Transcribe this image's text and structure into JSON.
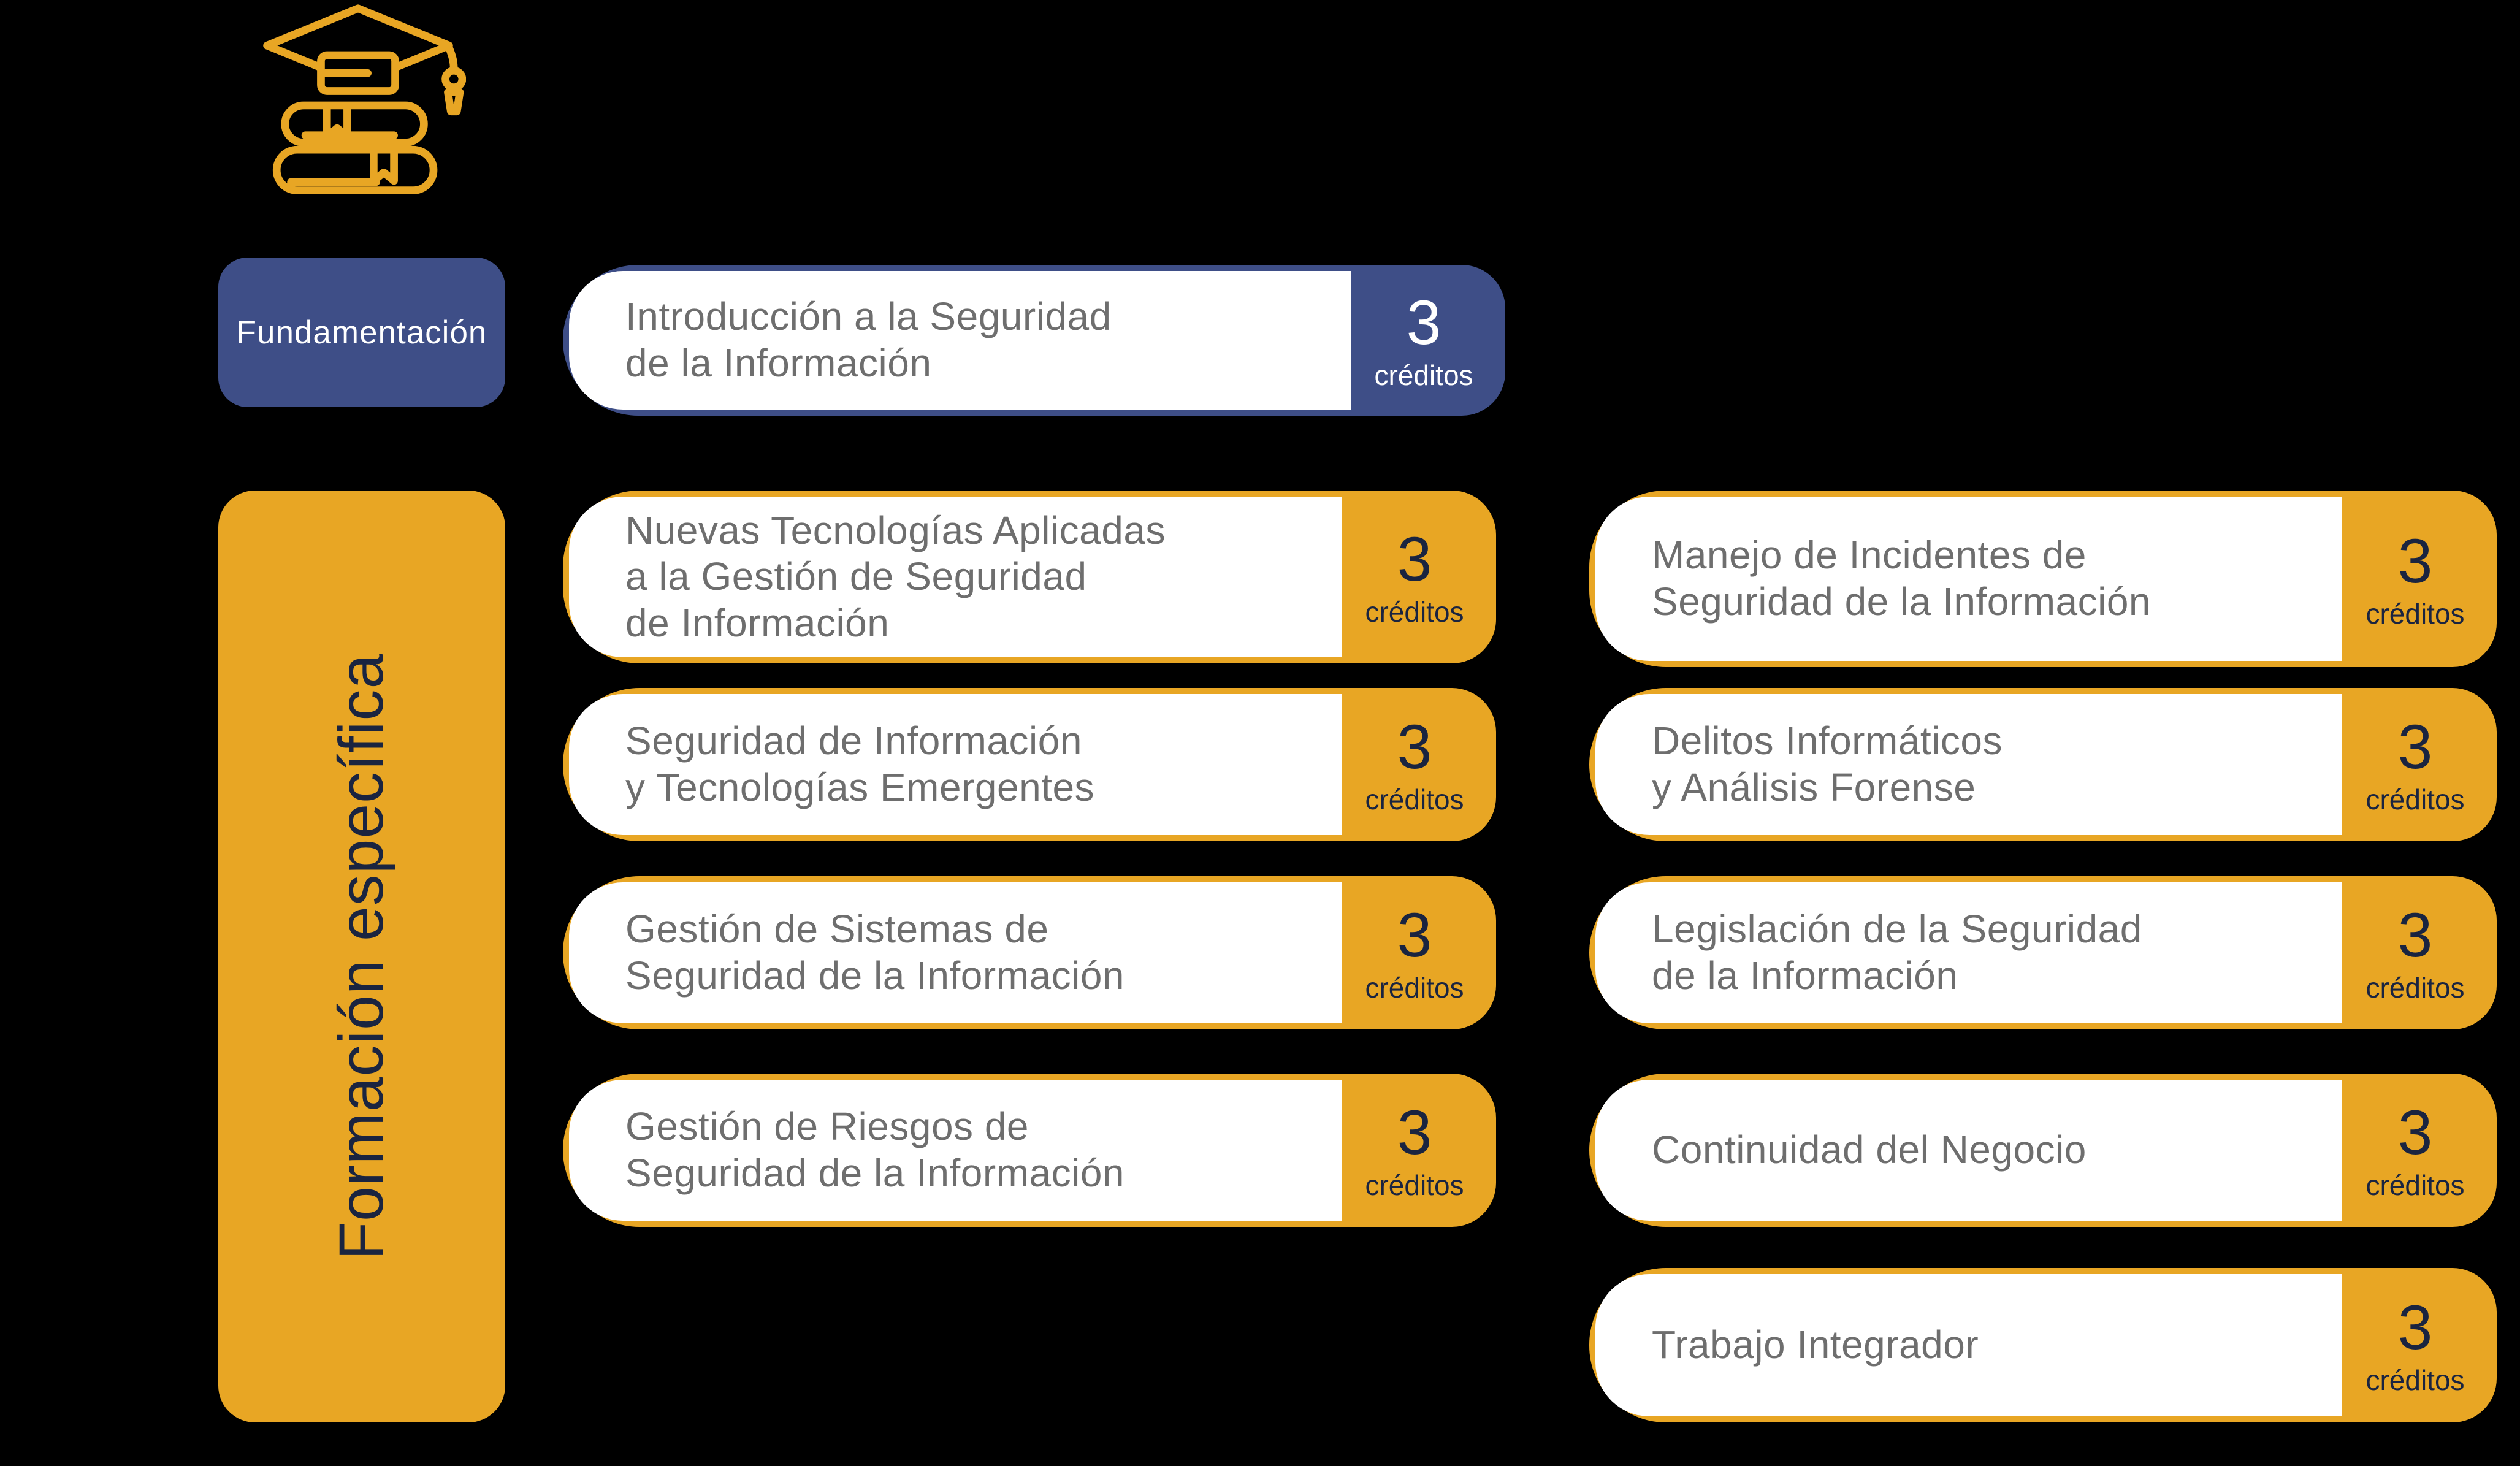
{
  "palette": {
    "background": "#000000",
    "gold": "#E8A624",
    "blue": "#3E4E87",
    "navy_text": "#1A2440",
    "gray_text": "#6E6E6E",
    "white": "#FFFFFF"
  },
  "icon": {
    "name": "graduation-cap-books-icon"
  },
  "tracks": {
    "fundamentacion": {
      "label": "Fundamentación"
    },
    "formacion_especifica": {
      "label": "Formación específica"
    }
  },
  "credits_label": "créditos",
  "courses": [
    {
      "title": "Introducción a la Seguridad\nde la Información",
      "credits": "3",
      "theme": "blue"
    },
    {
      "title": "Nuevas Tecnologías Aplicadas\na la Gestión de Seguridad\nde Información",
      "credits": "3",
      "theme": "gold"
    },
    {
      "title": "Seguridad de Información\ny Tecnologías Emergentes",
      "credits": "3",
      "theme": "gold"
    },
    {
      "title": "Gestión de Sistemas de\nSeguridad de la Información",
      "credits": "3",
      "theme": "gold"
    },
    {
      "title": "Gestión de Riesgos de\nSeguridad de la Información",
      "credits": "3",
      "theme": "gold"
    },
    {
      "title": "Manejo de Incidentes de\nSeguridad de la Información",
      "credits": "3",
      "theme": "gold"
    },
    {
      "title": "Delitos Informáticos\ny Análisis Forense",
      "credits": "3",
      "theme": "gold"
    },
    {
      "title": "Legislación de la Seguridad\nde la Información",
      "credits": "3",
      "theme": "gold"
    },
    {
      "title": "Continuidad del Negocio",
      "credits": "3",
      "theme": "gold"
    },
    {
      "title": "Trabajo Integrador",
      "credits": "3",
      "theme": "gold"
    }
  ]
}
